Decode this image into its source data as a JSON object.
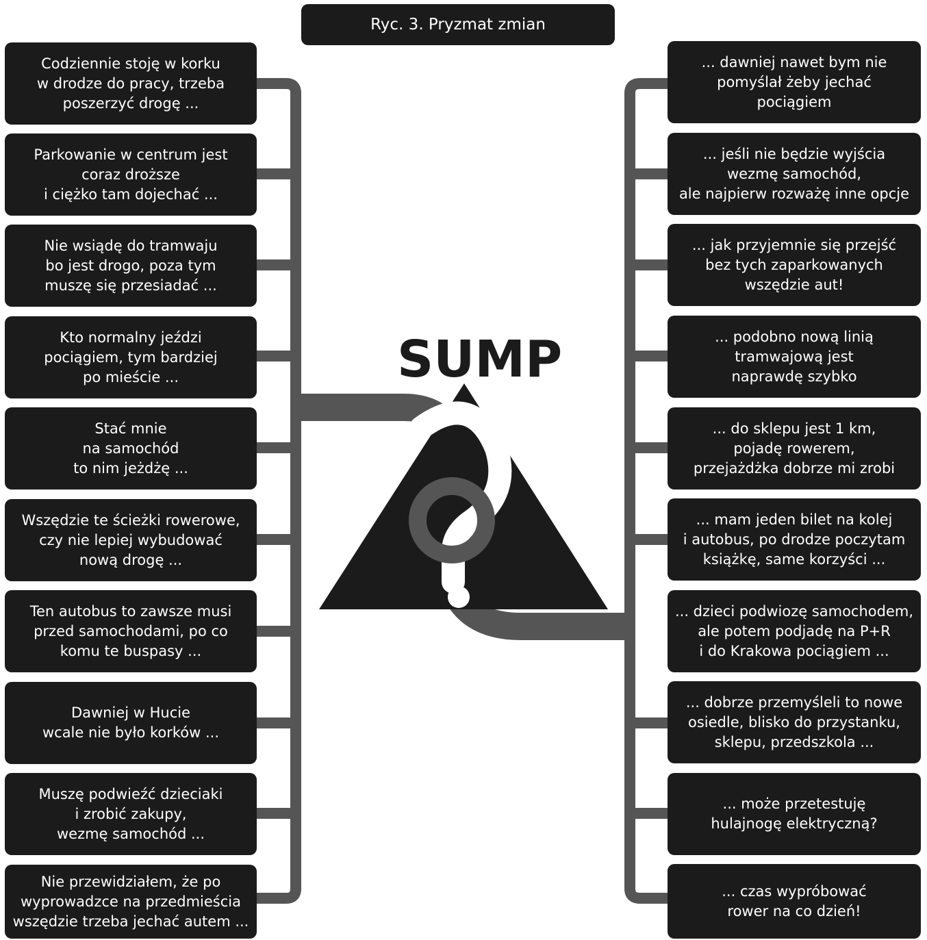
{
  "title": "Ryc. 3. Pryzmat zmian",
  "center_label": "SUMP",
  "colors": {
    "box": "#1b1b1b",
    "text": "#ffffff",
    "connector": "#555555",
    "triangle": "#1b1b1b",
    "question_mark": "#ffffff"
  },
  "left_statements": [
    {
      "text": "Codziennie stoję w korku\nw drodze do pracy, trzeba\nposzerzyć drogę ..."
    },
    {
      "text": "Parkowanie w centrum jest\ncoraz droższe\ni ciężko tam dojechać ..."
    },
    {
      "text": "Nie wsiądę do tramwaju\nbo jest drogo, poza tym\nmuszę się przesiadać ..."
    },
    {
      "text": "Kto normalny jeździ\npociągiem, tym bardziej\npo mieście ..."
    },
    {
      "text": "Stać mnie\nna samochód\nto nim jeżdżę ..."
    },
    {
      "text": "Wszędzie te ścieżki rowerowe,\nczy nie lepiej wybudować\nnową drogę ..."
    },
    {
      "text": "Ten autobus to zawsze musi\nprzed samochodami, po co\nkomu te buspasy ..."
    },
    {
      "text": "Dawniej w Hucie\nwcale nie było korków ..."
    },
    {
      "text": "Muszę podwieźć dzieciaki\ni zrobić zakupy,\nwezmę samochód ..."
    },
    {
      "text": "Nie przewidziałem, że po\nwyprowadzce na przedmieścia\nwszędzie trzeba jechać autem ..."
    }
  ],
  "right_statements": [
    {
      "text": "... dawniej nawet bym nie\npomyślał żeby jechać\npociągiem"
    },
    {
      "text": "... jeśli nie będzie wyjścia\nwezmę samochód,\nale najpierw rozważę inne opcje"
    },
    {
      "text": "... jak przyjemnie się przejść\nbez tych zaparkowanych\nwszędzie aut!"
    },
    {
      "text": "... podobno nową linią\ntramwajową jest\nnaprawdę szybko"
    },
    {
      "text": "... do sklepu jest 1 km,\npojadę rowerem,\nprzejażdżka dobrze mi zrobi"
    },
    {
      "text": "... mam jeden bilet na kolej\ni autobus, po drodze poczytam\nksiążkę, same korzyści ..."
    },
    {
      "text": "... dzieci podwiozę samochodem,\nale potem podjadę na P+R\ni do Krakowa pociągiem ..."
    },
    {
      "text": "... dobrze przemyśleli to nowe\nosiedle, blisko do przystanku,\nsklepu, przedszkola ..."
    },
    {
      "text": "... może przetestuję\nhulajnogę elektryczną?"
    },
    {
      "text": "... czas wypróbować\nrower na co dzień!"
    }
  ]
}
